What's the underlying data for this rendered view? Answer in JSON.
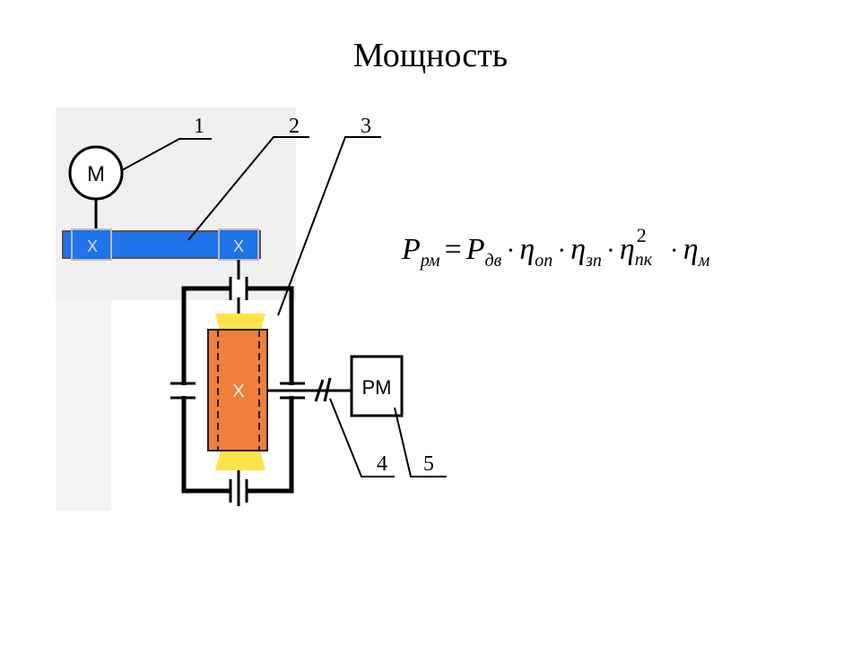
{
  "title": "Мощность",
  "diagram": {
    "callouts": [
      "1",
      "2",
      "3",
      "4",
      "5"
    ],
    "motor_label": "M",
    "machine_label": "PM",
    "gear_mark_left": "X",
    "gear_mark_right": "X",
    "reducer_mark": "X",
    "colors": {
      "belt": "#1e74e8",
      "gear_housing": "#f07f3e",
      "gear_teeth": "#ffe34a",
      "lines": "#000000",
      "background_gray": "#e8e8e8"
    }
  },
  "formula": {
    "lhs": "P",
    "lhs_sub": "рм",
    "equals": "=",
    "p": "P",
    "p_sub": "дв",
    "eta": "η",
    "eta1_sub": "оп",
    "eta2_sub": "зп",
    "eta3_sub": "пк",
    "eta3_sup": "2",
    "eta4_sub": "м",
    "dot": "·"
  }
}
